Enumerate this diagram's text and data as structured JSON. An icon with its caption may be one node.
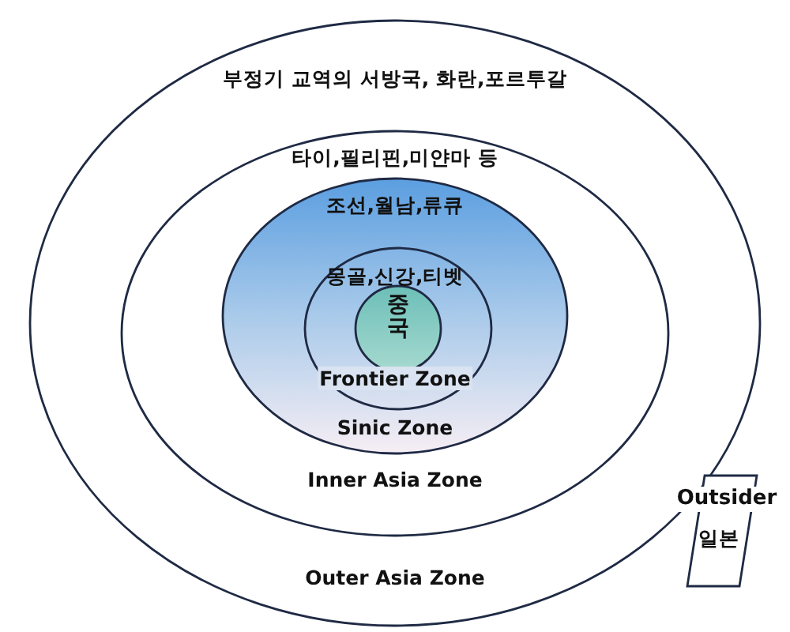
{
  "diagram": {
    "nodes": [
      {
        "text": [
          "부정기 교역의 서방국, 화란,포르투갈",
          "Outer Asia Zone"
        ]
      },
      {
        "text": [
          "타이,필리핀,미얀마 등",
          "Inner Asia Zone"
        ],
        "in": 0
      },
      {
        "text": [
          "조선,월남,류큐",
          "Sinic Zone"
        ],
        "in": 1
      },
      {
        "text": [
          "몽골,신강,티벳",
          "Frontier Zone"
        ],
        "in": 2
      },
      {
        "text": [
          "중국"
        ],
        "in": 3
      },
      {
        "text": [
          "Outsider",
          "일본"
        ]
      }
    ]
  }
}
